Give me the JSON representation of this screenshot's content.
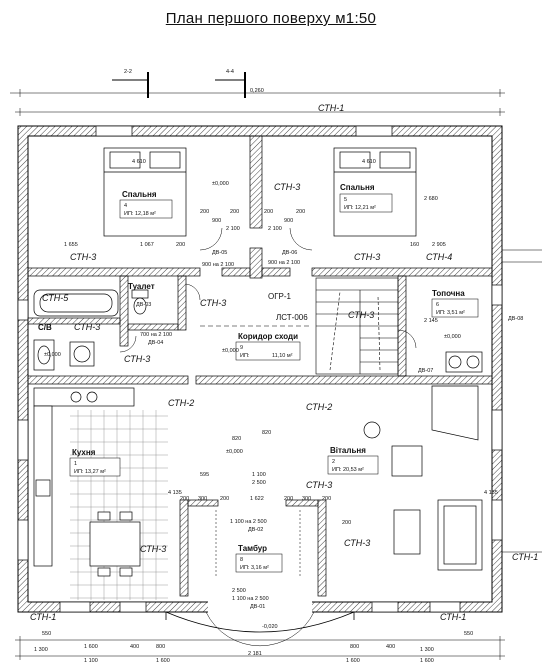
{
  "title": "План першого поверху  м1:50",
  "sections": [
    "2-2",
    "4-4"
  ],
  "top_mark": "0,260",
  "wall_marks": {
    "top": "СТН-1",
    "bed_mid": "СТН-3",
    "bed_left": "СТН-3",
    "bed_right": "СТН-3",
    "right_wall4": "СТН-4",
    "stn5": "СТН-5",
    "stn3_wc": "СТН-3",
    "stn3_corr": "СТН-3",
    "stn3_bath": "СТН-3",
    "stn3_stair": "СТН-3",
    "stn2_left": "СТН-2",
    "stn2_mid": "СТН-2",
    "stn3_kitchen": "СТН-3",
    "stn3_liv": "СТН-3",
    "stn3_liv2": "СТН-3",
    "stn1_left": "СТН-1",
    "stn1_right": "СТН-1",
    "stn_right": "СТН-1"
  },
  "rooms": {
    "bed4": {
      "name": "Спальня",
      "num": "4",
      "area": "ИП: 12,18 м²"
    },
    "bed5": {
      "name": "Спальня",
      "num": "5",
      "area": "ИП: 12,21 м²"
    },
    "wc": {
      "name": "Туалет"
    },
    "bath": {
      "name": "С/В"
    },
    "corridor": {
      "name": "Коридор сходи",
      "num": "9",
      "area_label": "ИП:",
      "area": "11,10 м²"
    },
    "boiler": {
      "name": "Топочна",
      "num": "6",
      "area": "ИП: 3,51 м²"
    },
    "kitchen": {
      "name": "Кухня",
      "num": "1",
      "area": "ИП: 13,27 м²"
    },
    "living": {
      "name": "Вітальня",
      "num": "2",
      "area": "ИП: 20,53 м²"
    },
    "vestibule": {
      "name": "Тамбур",
      "num": "8",
      "area": "ИП: 3,16 м²"
    }
  },
  "levels": {
    "bed4": "±0,000",
    "corr": "±0,000",
    "bath": "±0,000",
    "boiler": "±0,000",
    "hall": "±0,000",
    "entry": "-0,020"
  },
  "doors": {
    "dv05": "ДВ-05",
    "dv05_size": "900 на 2 100",
    "dv06": "ДВ-06",
    "dv06_size": "900 на 2 100",
    "dv03": "ДВ-03",
    "dv04": "ДВ-04",
    "dv04_size": "700 на 2 100",
    "dv02": "ДВ-02",
    "dv02_size": "1 100 на 2 500",
    "dv01": "ДВ-01",
    "dv01_size": "1 100 на 2 500",
    "dv08": "ДВ-08",
    "dv07": "ДВ-07"
  },
  "labels": {
    "ogr": "ОГР-1",
    "lst": "ЛСТ-006"
  },
  "dims": {
    "bed4_w": "4 610",
    "bed5_w": "4 610",
    "bed_h": "2 680",
    "d200a": "200",
    "d200b": "200",
    "d200c": "200",
    "d200d": "200",
    "d900a": "900",
    "d900b": "900",
    "d2100a": "2 100",
    "d2100b": "2 100",
    "d1655": "1 655",
    "d1067": "1 067",
    "d200e": "200",
    "d160": "160",
    "d2905": "2 905",
    "d2145": "2 145",
    "d820a": "820",
    "d820b": "820",
    "d595": "595",
    "d1100": "1 100",
    "d2500": "2 500",
    "d200f": "200",
    "d300a": "300",
    "d200g": "200",
    "d1622": "1 622",
    "d200h": "200",
    "d300b": "300",
    "d200i": "200",
    "d4135a": "4 135",
    "d4135b": "4 135",
    "d200j": "200",
    "d1100b": "1 100",
    "d2500b": "2 500",
    "d1300a": "1 300",
    "d1600a": "1 600",
    "d400a": "400",
    "d800a": "800",
    "d1600b": "1 600",
    "d2181": "2 181",
    "d800b": "800",
    "d1600c": "1 600",
    "d400b": "400",
    "d1300b": "1 300",
    "d1600d": "1 600",
    "d550a": "550",
    "d550b": "550"
  }
}
